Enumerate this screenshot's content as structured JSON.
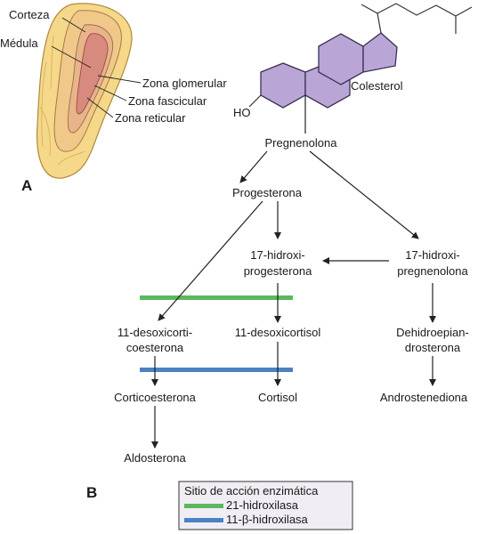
{
  "adrenal": {
    "panel_letter": "A",
    "labels": {
      "corteza": "Corteza",
      "medula": "Médula",
      "glomerular": "Zona glomerular",
      "fascicular": "Zona fascicular",
      "reticular": "Zona reticular"
    }
  },
  "pathway": {
    "panel_letter": "B",
    "ho": "HO",
    "colesterol": "Colesterol",
    "pregnenolona": "Pregnenolona",
    "progesterona": "Progesterona",
    "hidroxiprog_1": "17-hidroxi-",
    "hidroxiprog_2": "progesterona",
    "hidroxipreg_1": "17-hidroxi-",
    "hidroxipreg_2": "pregnenolona",
    "desoxicortico_1": "11-desoxicorti-",
    "desoxicortico_2": "coesterona",
    "desoxicortisol": "11-desoxicortisol",
    "dhea_1": "Dehidroepian-",
    "dhea_2": "drosterona",
    "corticoesterona": "Corticoesterona",
    "cortisol": "Cortisol",
    "androstenediona": "Androstenediona",
    "aldosterona": "Aldosterona"
  },
  "legend": {
    "title": "Sitio de acción enzimática",
    "items": [
      {
        "label": "21-hidroxilasa",
        "color": "#5cb85c"
      },
      {
        "label": "11-β-hidroxilasa",
        "color": "#4a82c3"
      }
    ]
  },
  "colors": {
    "ring_fill": "#b9a6d6",
    "ring_stroke": "#3b3054",
    "legend_bg": "#f1edf4"
  }
}
